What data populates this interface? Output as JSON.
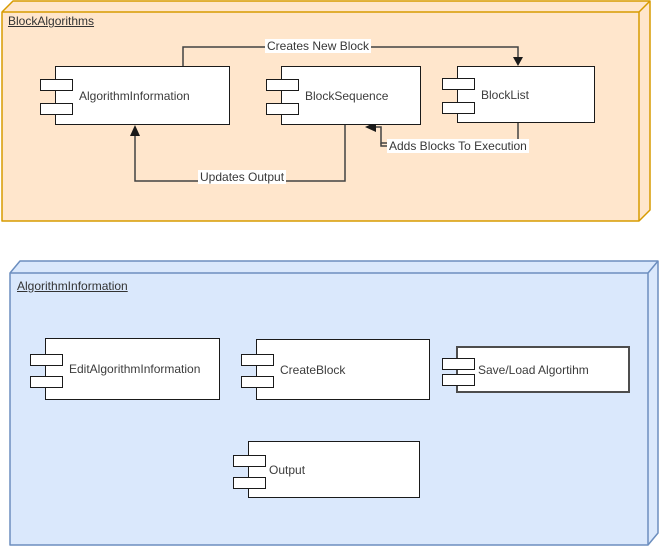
{
  "packages": [
    {
      "title": "BlockAlgorithms",
      "fill": "#FFE6CC",
      "stroke": "#D79B00",
      "components": [
        {
          "label": "AlgorithmInformation"
        },
        {
          "label": "BlockSequence"
        },
        {
          "label": "BlockList"
        }
      ],
      "edges": [
        {
          "label": "Creates New Block",
          "from": "AlgorithmInformation",
          "to": "BlockList"
        },
        {
          "label": "Adds Blocks To Execution",
          "from": "BlockList",
          "to": "BlockSequence"
        },
        {
          "label": "Updates Output",
          "from": "BlockSequence",
          "to": "AlgorithmInformation"
        }
      ]
    },
    {
      "title": "AlgorithmInformation",
      "fill": "#DAE8FC",
      "stroke": "#6C8EBF",
      "components": [
        {
          "label": "EditAlgorithmInformation"
        },
        {
          "label": "CreateBlock"
        },
        {
          "label": "Save/Load Algortihm"
        },
        {
          "label": "Output"
        }
      ],
      "edges": []
    }
  ],
  "edge_color": "#424242",
  "component_fill": "#ffffff",
  "component_stroke": "#1a1a1a"
}
